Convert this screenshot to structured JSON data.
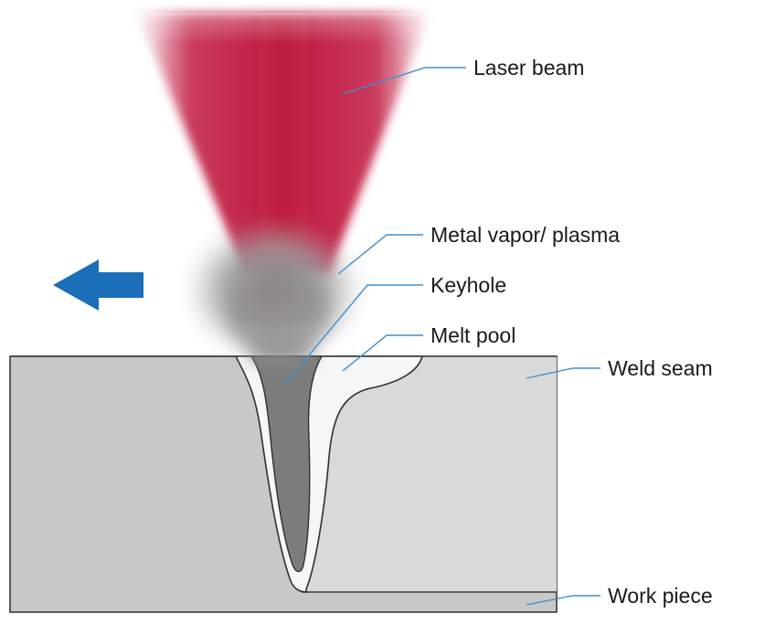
{
  "labels": {
    "laser_beam": "Laser beam",
    "metal_vapor": "Metal vapor/ plasma",
    "keyhole": "Keyhole",
    "melt_pool": "Melt pool",
    "weld_seam": "Weld seam",
    "work_piece": "Work piece"
  },
  "colors": {
    "beam": "#c0183f",
    "plasma": "#8a8a8a",
    "keyhole": "#7a7a7a",
    "melt_pool": "#f5f5f5",
    "weld_seam": "#d9d9d9",
    "work_piece": "#c8c8c8",
    "arrow": "#1a6fb8",
    "leader_line": "#3f8fd0"
  },
  "icons": {
    "direction_arrow": "left-arrow-icon"
  }
}
